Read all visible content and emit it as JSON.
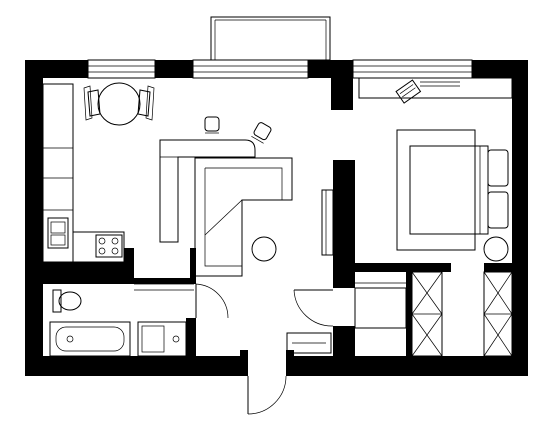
{
  "colors": {
    "wall": "#000000",
    "background": "#ffffff",
    "line": "#000000"
  },
  "rooms": [
    "kitchen-dining",
    "living",
    "bedroom",
    "bathroom",
    "hallway",
    "wardrobe",
    "balcony"
  ],
  "fixtures": [
    "dining-table",
    "chair",
    "sofa",
    "armchair",
    "coffee-table",
    "bed",
    "pillow",
    "nightstand",
    "desk",
    "laptop",
    "tv",
    "stove",
    "sink",
    "toilet",
    "bathtub",
    "washbasin",
    "wardrobe-unit",
    "shoe-cabinet",
    "entrance-door",
    "interior-door"
  ]
}
